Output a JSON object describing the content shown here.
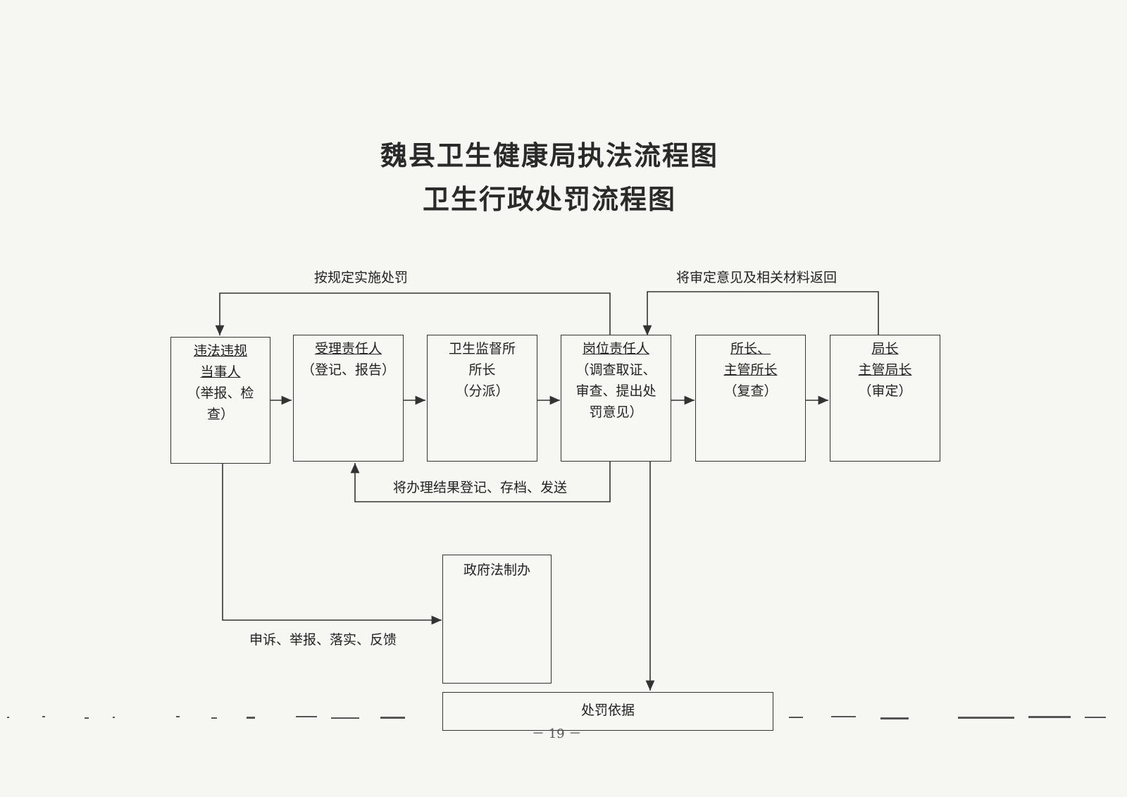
{
  "title_main": "魏县卫生健康局执法流程图",
  "title_sub": "卫生行政处罚流程图",
  "boxes": {
    "party": {
      "line1": "违法违规",
      "line2": "当事人",
      "line3": "（举报、检",
      "line4": "查）"
    },
    "acceptor": {
      "line1": "受理责任人",
      "line2": "（登记、报告）"
    },
    "station": {
      "line1": "卫生监督所",
      "line2": "所长",
      "line3": "（分派）"
    },
    "post": {
      "line1": "岗位责任人",
      "line2": "（调查取证、",
      "line3": "审查、提出处",
      "line4": "罚意见）"
    },
    "director": {
      "line1": "所长、",
      "line2": "主管所长",
      "line3": "（复查）"
    },
    "bureau": {
      "line1": "局长",
      "line2": "主管局长",
      "line3": "（审定）"
    },
    "legal_office": {
      "line1": "政府法制办"
    },
    "basis": {
      "line1": "处罚依据"
    }
  },
  "labels": {
    "enforce": "按规定实施处罚",
    "return": "将审定意见及相关材料返回",
    "record": "将办理结果登记、存档、发送",
    "appeal": "申诉、举报、落实、反馈"
  },
  "page_number": "－ 19 －"
}
